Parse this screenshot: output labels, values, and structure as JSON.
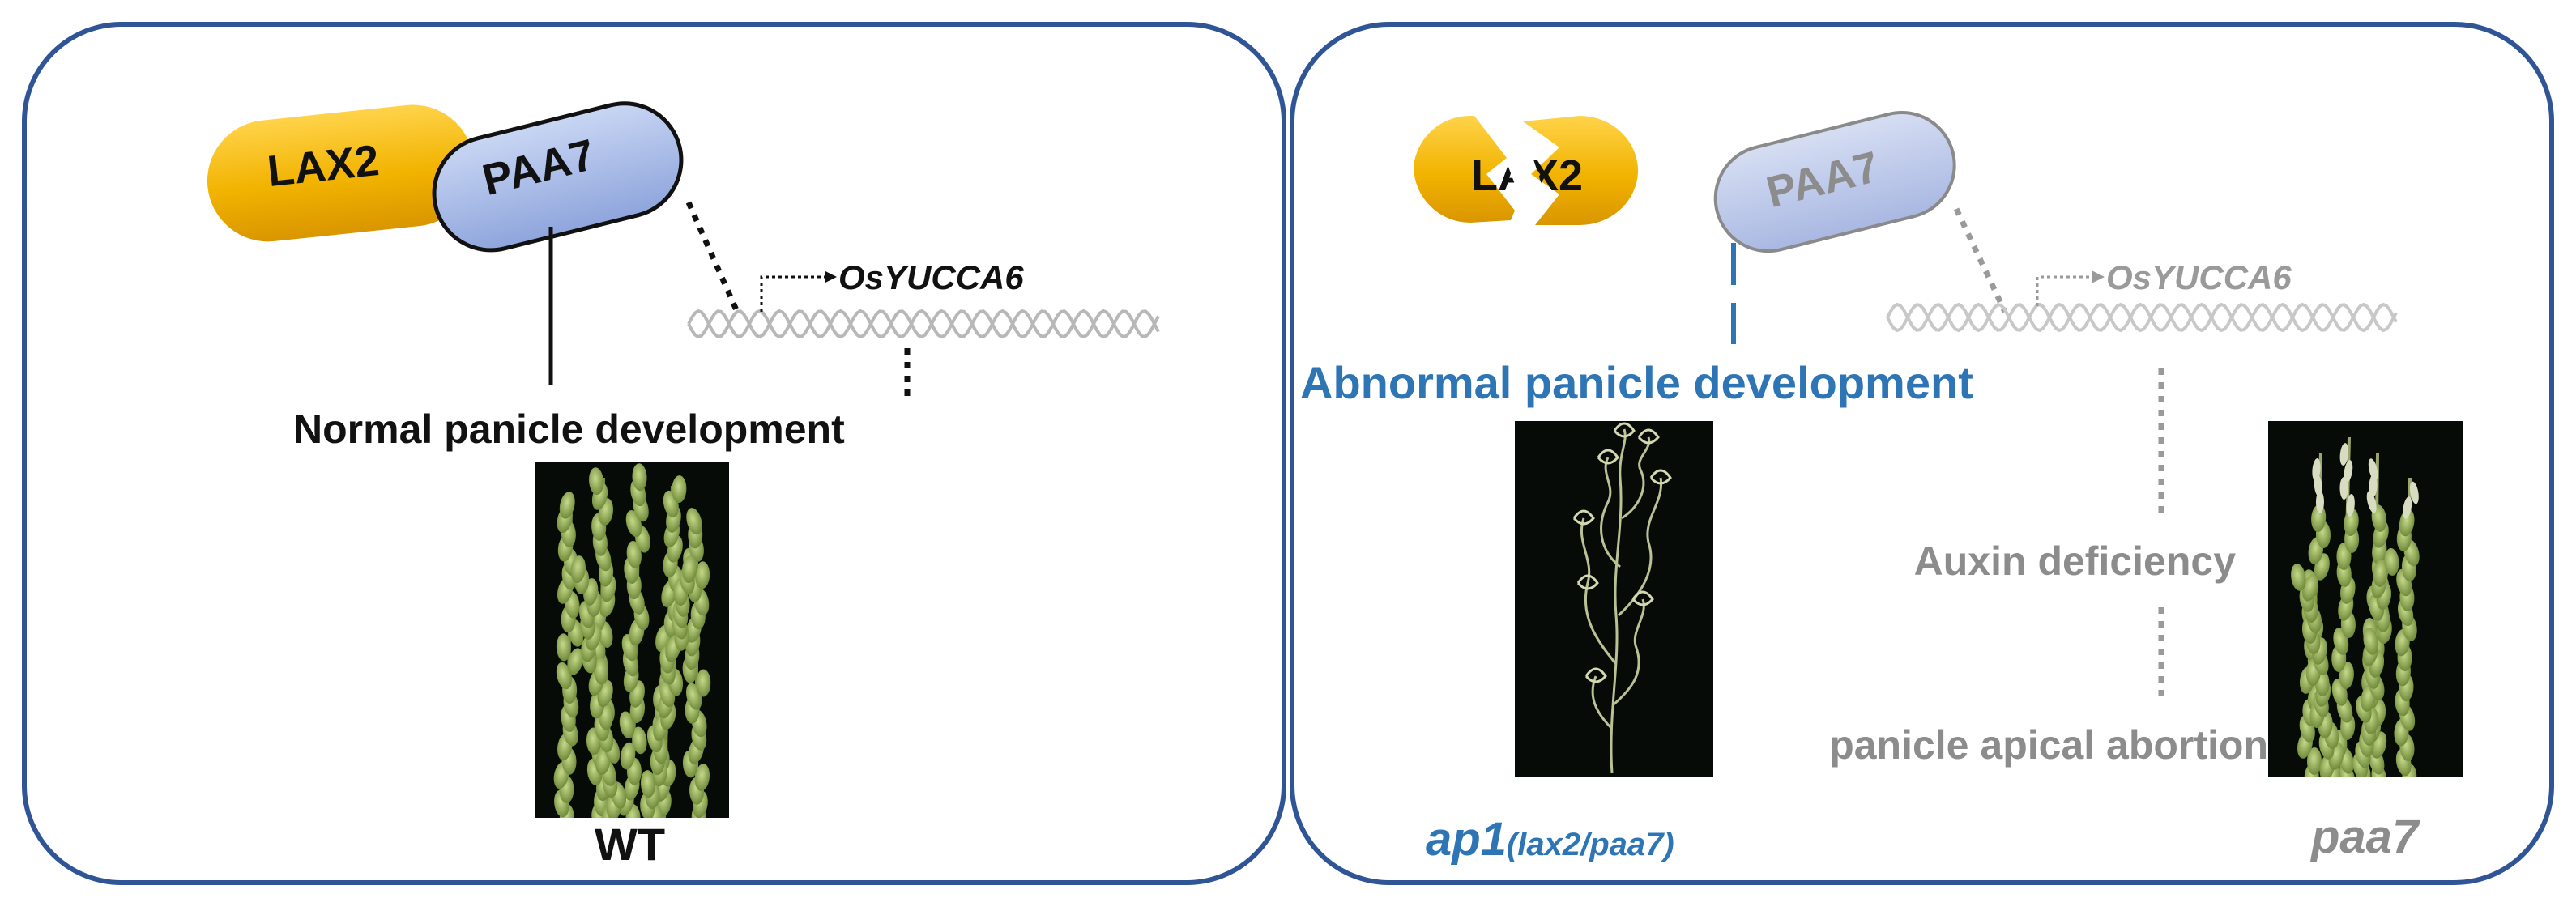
{
  "left_panel": {
    "proteins": {
      "lax2": "LAX2",
      "paa7": "PAA7"
    },
    "gene": "OsYUCCA6",
    "outcome": "Normal panicle development",
    "photo_label": "WT"
  },
  "right_panel": {
    "proteins": {
      "lax2": "LAX2",
      "paa7": "PAA7"
    },
    "gene": "OsYUCCA6",
    "outcome": "Abnormal panicle development",
    "auxin": "Auxin deficiency",
    "abortion": "panicle apical abortion",
    "label_ap1": "ap1",
    "label_ap1_sub": "(lax2/paa7)",
    "label_paa7": "paa7"
  },
  "colors": {
    "panel_border": "#2f5597",
    "lax2_fill": "#f0b400",
    "paa7_fill": "#9fb4e3",
    "paa7_faded_fill": "#b9c6e8",
    "accent_blue": "#2e75b6",
    "muted_gray": "#8c8c8c",
    "photo_bg": "#070b07"
  }
}
